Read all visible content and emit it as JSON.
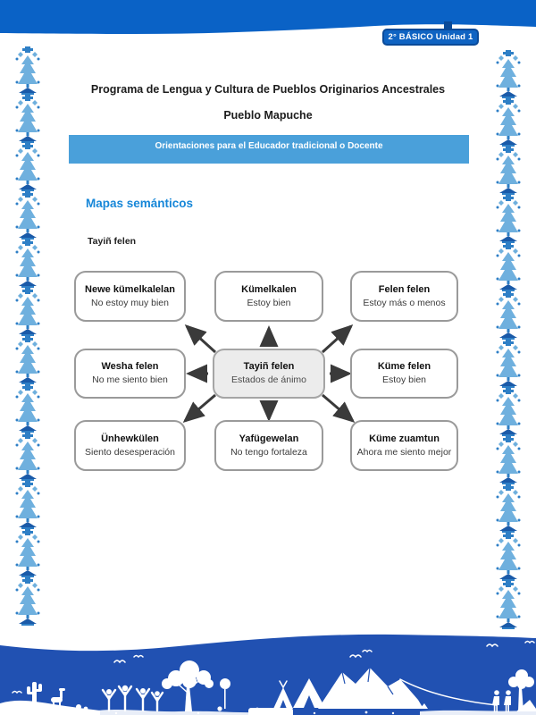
{
  "page_type": "program-guide-page",
  "header": {
    "unit_badge": "2° BÁSICO Unidad 1",
    "title_line1": "Programa de Lengua y Cultura de Pueblos Originarios Ancestrales",
    "title_line2": "Pueblo Mapuche",
    "banner": "Orientaciones para el Educador tradicional o Docente"
  },
  "section": {
    "heading": "Mapas semánticos",
    "diagram_label": "Tayiñ felen"
  },
  "diagram": {
    "type": "semantic-map",
    "center": {
      "title": "Tayiñ felen",
      "subtitle": "Estados de ánimo"
    },
    "nodes": [
      {
        "position": "top-left",
        "title": "Newe kümelkalelan",
        "subtitle": "No estoy muy bien"
      },
      {
        "position": "top-center",
        "title": "Kümelkalen",
        "subtitle": "Estoy bien"
      },
      {
        "position": "top-right",
        "title": "Felen felen",
        "subtitle": "Estoy más o menos"
      },
      {
        "position": "middle-left",
        "title": "Wesha felen",
        "subtitle": "No me siento bien"
      },
      {
        "position": "middle-right",
        "title": "Küme felen",
        "subtitle": "Estoy bien"
      },
      {
        "position": "bottom-left",
        "title": "Ünhewkülen",
        "subtitle": "Siento desesperación"
      },
      {
        "position": "bottom-center",
        "title": "Yafügewelan",
        "subtitle": "No tengo fortaleza"
      },
      {
        "position": "bottom-right",
        "title": "Küme zuamtun",
        "subtitle": "Ahora me siento mejor"
      }
    ],
    "arrows": [
      "up",
      "down",
      "left",
      "right",
      "up-left",
      "up-right",
      "down-left",
      "down-right"
    ],
    "arrow_direction": "outward-from-center"
  },
  "icons": {
    "side_borders": "mapuche-ornament-pattern-icon",
    "footer": "andean-landscape-silhouette-icon"
  },
  "colors": {
    "top_band_blue": "#0a62c6",
    "badge_border_blue": "#0a4a99",
    "banner_blue": "#4aa0da",
    "heading_blue": "#1787d8",
    "footer_blue": "#2151b2",
    "ornament_light_blue": "#6fb0de",
    "ornament_mid_blue": "#2e7fc6",
    "node_border_gray": "#9a9a9a",
    "center_node_fill": "#ececec",
    "arrow_color": "#3a3a3a"
  }
}
